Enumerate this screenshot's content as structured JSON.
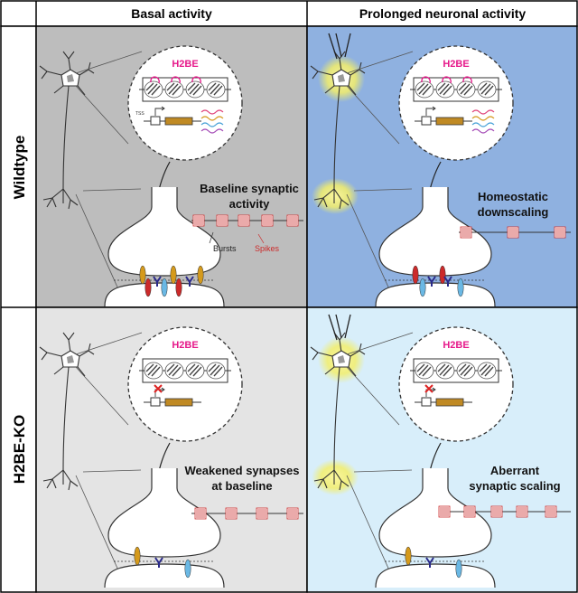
{
  "columns": {
    "basal": "Basal activity",
    "prolonged": "Prolonged neuronal activity"
  },
  "rows": {
    "wildtype": "Wildtype",
    "ko": "H2BE-KO"
  },
  "panels": {
    "wt_basal": {
      "histone": "H2BE",
      "tss": "TSS",
      "line1": "Baseline synaptic",
      "line2": "activity",
      "bursts": "Bursts",
      "spikes": "Spikes"
    },
    "wt_prolonged": {
      "histone": "H2BE",
      "line1": "Homeostatic",
      "line2": "downscaling"
    },
    "ko_basal": {
      "histone": "H2BE",
      "line1": "Weakened synapses",
      "line2": "at baseline"
    },
    "ko_prolonged": {
      "histone": "H2BE",
      "line1": "Aberrant",
      "line2": "synaptic scaling"
    }
  },
  "colors": {
    "panel_wt_basal": "#bdbdbd",
    "panel_wt_prolonged": "#8fb1e0",
    "panel_ko_basal": "#e4e4e4",
    "panel_ko_prolonged": "#d8eefa",
    "histone_label": "#e6198a",
    "h2be_tail": "#e6198a",
    "glow": "#f3ee6a",
    "spike": "#cc2a2a",
    "ampa": "#cc2a2a",
    "nmda": "#d59a1c",
    "gaba": "#6ab8e4",
    "receptor_y": "#2a2a8a"
  }
}
